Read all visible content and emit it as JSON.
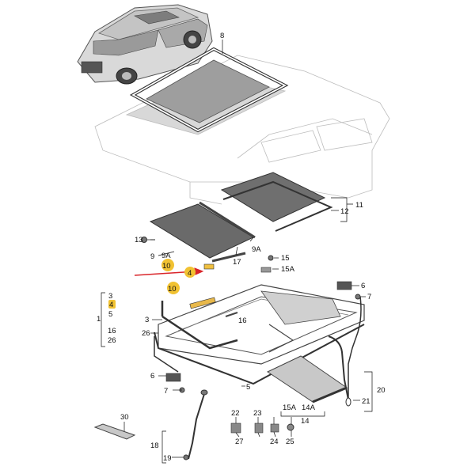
{
  "callouts": {
    "c8": "8",
    "c11": "11",
    "c12": "12",
    "c13": "13",
    "c9": "9",
    "c9a_left": "9A",
    "c10_top": "10",
    "c17": "17",
    "c9a_right": "9A",
    "c15": "15",
    "c15a": "15A",
    "c4_highlight": "4",
    "c10_mid": "10",
    "c6_right": "6",
    "c7_right": "7",
    "c3_group": "3",
    "c4_group": "4",
    "c5_group": "5",
    "c1": "1",
    "c16_group": "16",
    "c26_group": "26",
    "c3_side": "3",
    "c26_side": "26",
    "c16_mid": "16",
    "c6_left": "6",
    "c7_left": "7",
    "c5_bottom": "5",
    "c20": "20",
    "c21": "21",
    "c15a_bottom": "15A",
    "c14a": "14A",
    "c14": "14",
    "c22": "22",
    "c23": "23",
    "c27": "27",
    "c24": "24",
    "c25": "25",
    "c30": "30",
    "c18": "18",
    "c19": "19"
  },
  "colors": {
    "highlight": "#f1c232",
    "arrow": "#d9252a"
  }
}
